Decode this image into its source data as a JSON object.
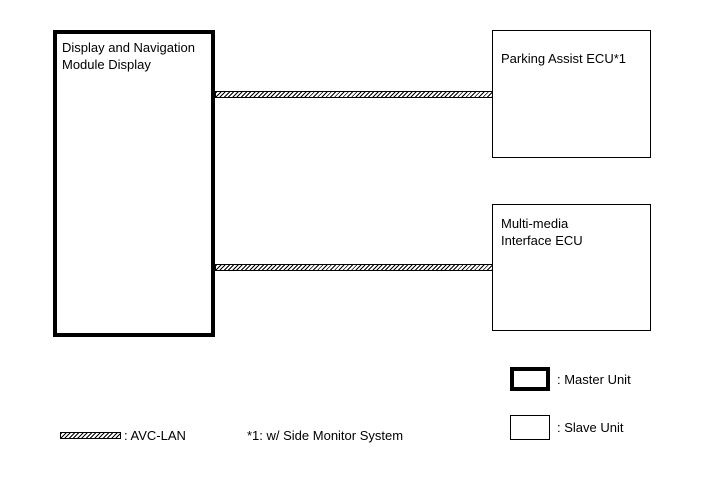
{
  "master_unit": {
    "label": "Display and Navigation\nModule Display"
  },
  "slave_units": [
    {
      "label": "Parking Assist ECU*1"
    },
    {
      "label": "Multi-media\nInterface ECU"
    }
  ],
  "legend": {
    "master": ": Master Unit",
    "slave": ": Slave Unit",
    "bus": ": AVC-LAN"
  },
  "footnote": "*1: w/ Side Monitor System"
}
